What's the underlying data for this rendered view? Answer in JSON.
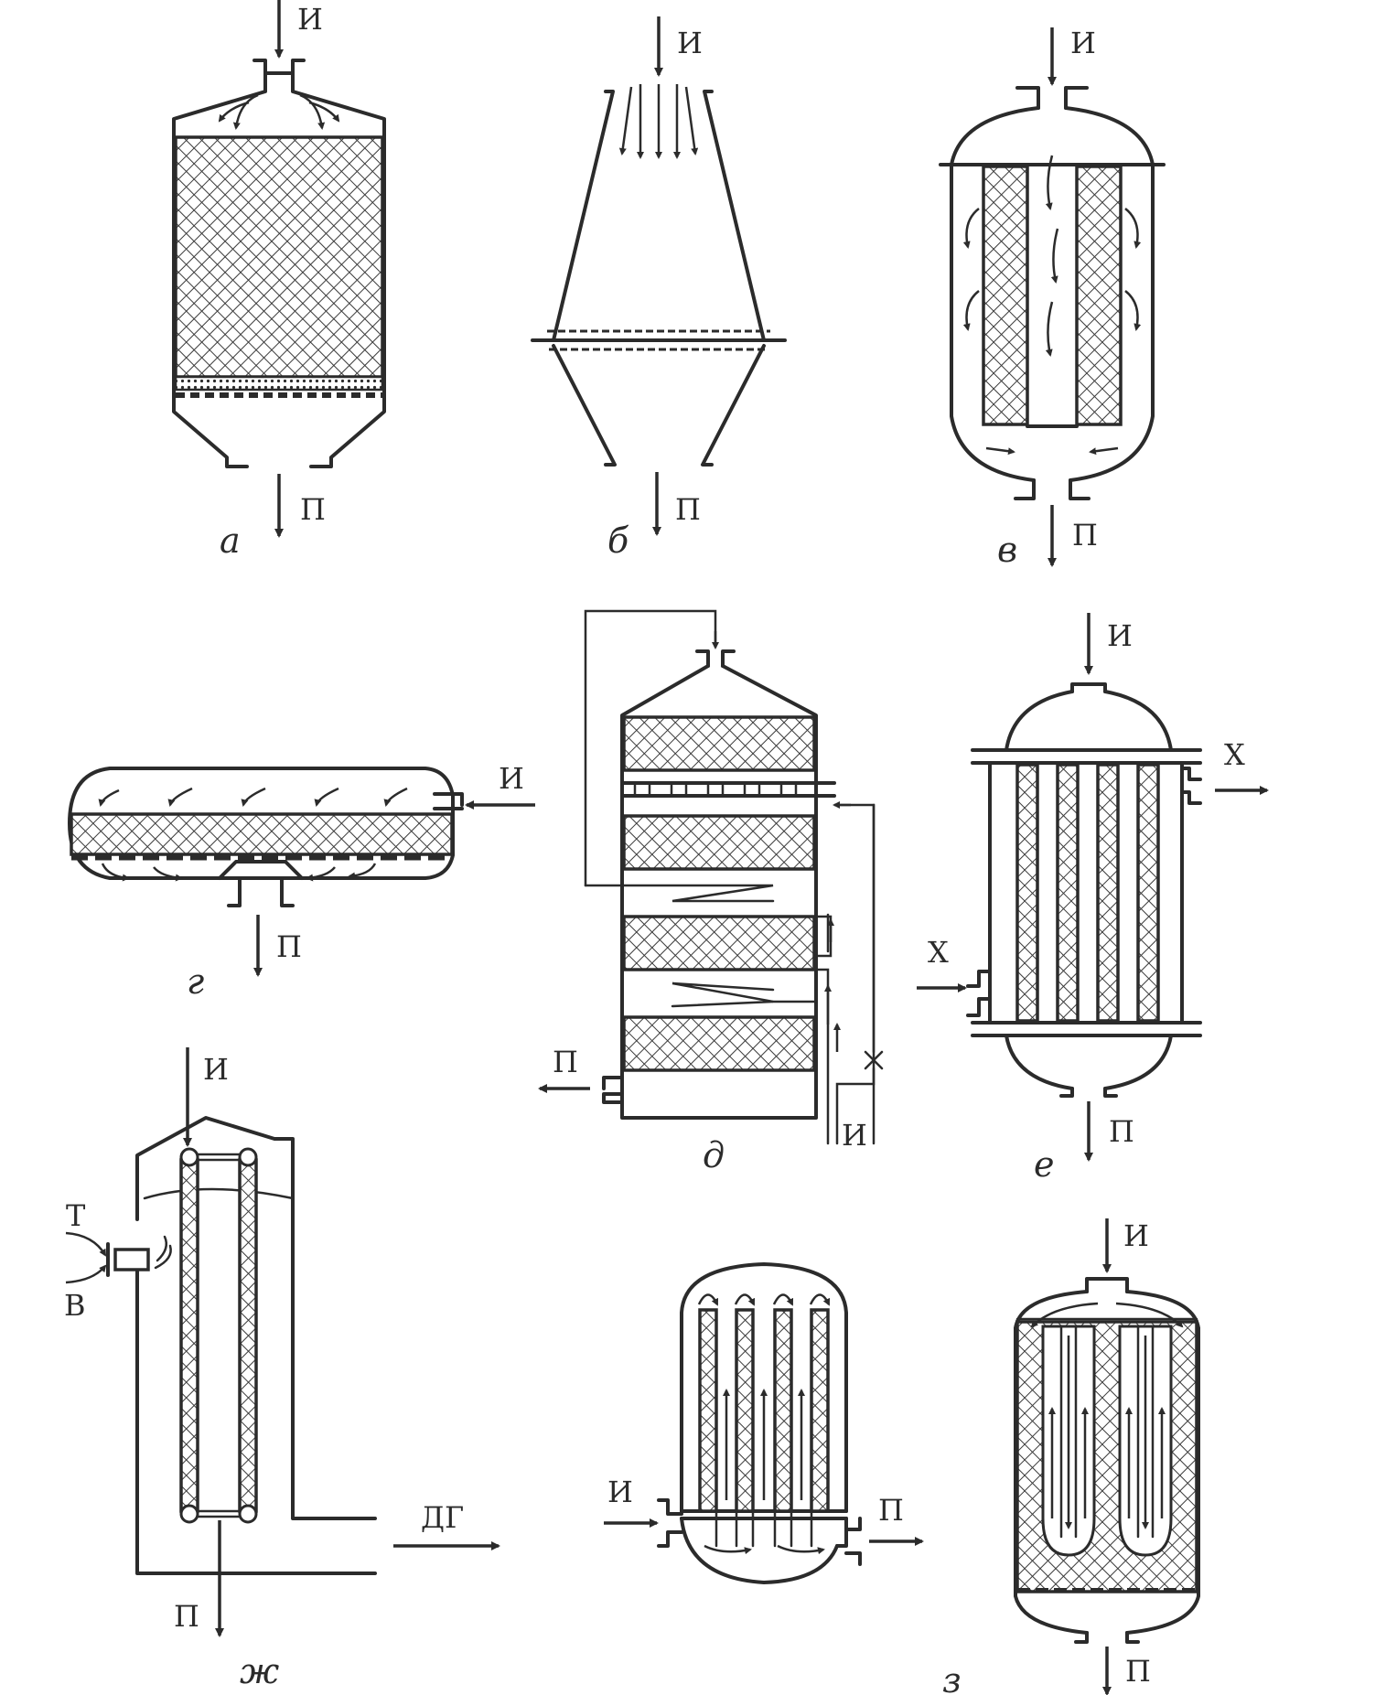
{
  "labels": {
    "in": "И",
    "out": "П",
    "coolant": "Х",
    "fuel": "Т",
    "air": "В",
    "flue_gas": "ДГ"
  },
  "captions": {
    "a": "а",
    "b": "б",
    "v": "в",
    "g": "г",
    "d": "д",
    "e": "е",
    "zh": "ж",
    "z": "з"
  }
}
